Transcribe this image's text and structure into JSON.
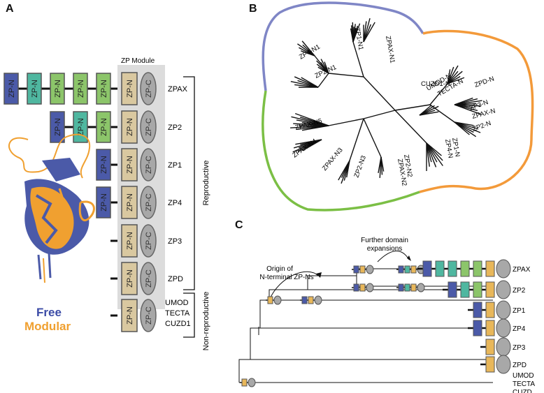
{
  "panels": {
    "a": "A",
    "b": "B",
    "c": "C"
  },
  "panel_a": {
    "module_header": "ZP Module",
    "domain_zpn": "ZP-N",
    "domain_zpc": "ZP-C",
    "proteins": [
      "ZPAX",
      "ZP2",
      "ZP1",
      "ZP4",
      "ZP3",
      "ZPD"
    ],
    "nonrepro_proteins": [
      "UMOD",
      "TECTA",
      "CUZD1"
    ],
    "group_reproductive": "Reproductive",
    "group_nonreproductive": "Non-reproductive",
    "legend_free": "Free",
    "legend_modular": "Modular"
  },
  "panel_b": {
    "labels": [
      "ZP1-N1",
      "ZPAX-N1",
      "ZP4-N1",
      "ZP2-N1",
      "CUZD1-N",
      "UMOD-N",
      "TECTA-N",
      "ZPD-N",
      "ZP3-N",
      "ZPAX-N",
      "ZP2-N",
      "ZP1-N",
      "ZP4-N",
      "ZPAX-N5",
      "ZPAX-N4",
      "ZPAX-N3",
      "ZP2-N3",
      "ZPAX-N2",
      "ZP2-N2"
    ]
  },
  "panel_c": {
    "annotation_origin": [
      "Origin of",
      "N-terminal ZP-Ns"
    ],
    "annotation_expansion": [
      "Further domain",
      "expansions"
    ],
    "proteins": [
      "ZPAX",
      "ZP2",
      "ZP1",
      "ZP4",
      "ZP3",
      "ZPD",
      "UMOD",
      "TECTA",
      "CUZD"
    ]
  },
  "colors": {
    "zpn_blue": "#4b5aa8",
    "zpn_teal": "#4fb7a0",
    "zpn_green": "#8cc56a",
    "zpn_tan": "#d9c8a0",
    "zpc_gray": "#a8a8a8",
    "zpn_orange_c": "#e8b75a",
    "arc_purple": "#7f86c6",
    "arc_orange": "#f39a3a",
    "arc_green": "#7bbf45",
    "free": "#3b4ba6",
    "modular": "#f0a030"
  }
}
